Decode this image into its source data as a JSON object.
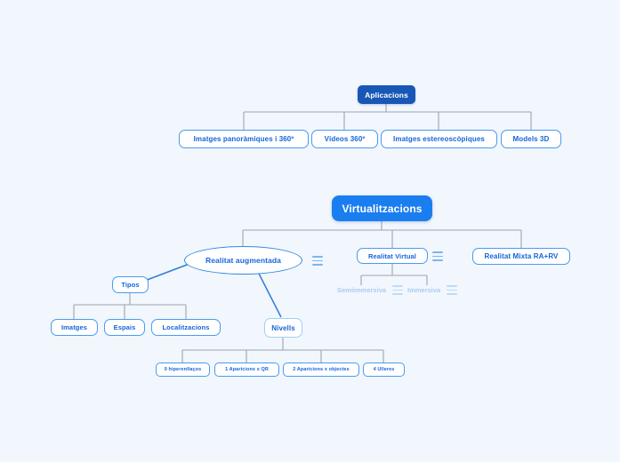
{
  "canvas": {
    "background": "#f2f6fd",
    "accent_dark": "#1857b5",
    "accent_bright": "#1a7ef0",
    "node_border": "#4a9bf0",
    "node_text": "#1565d8",
    "muted_text": "#a8cdf0",
    "connector": "#9aa5ad"
  },
  "nodes": {
    "aplicacions": {
      "label": "Aplicacions"
    },
    "imatges_panoramiques": {
      "label": "Imatges panoràmiques i 360º"
    },
    "videos_360": {
      "label": "Vídeos 360º"
    },
    "imatges_estereoscopiques": {
      "label": "Imatges estereoscòpiques"
    },
    "models_3d": {
      "label": "Models 3D"
    },
    "virtualitzacions": {
      "label": "Virtualitzacions"
    },
    "realitat_augmentada": {
      "label": "Realitat augmentada"
    },
    "realitat_virtual": {
      "label": "Realitat Virtual"
    },
    "realitat_mixta": {
      "label": "Realitat Mixta RA+RV"
    },
    "semiimmersiva": {
      "label": "Semiimmersiva"
    },
    "immersiva": {
      "label": "Immersiva"
    },
    "tipos": {
      "label": "Tipos"
    },
    "imatges": {
      "label": "Imatges"
    },
    "espais": {
      "label": "Espais"
    },
    "localitzacions": {
      "label": "Localitzacions"
    },
    "nivells": {
      "label": "Nivells"
    },
    "nivell_0": {
      "label": "0 hiperenllaços"
    },
    "nivell_1": {
      "label": "1 Aparicions x QR"
    },
    "nivell_2": {
      "label": "2 Aparicions x objectes"
    },
    "nivell_4": {
      "label": "4 Ulleres"
    }
  },
  "icons": {
    "menu": "hamburger-menu-icon"
  }
}
